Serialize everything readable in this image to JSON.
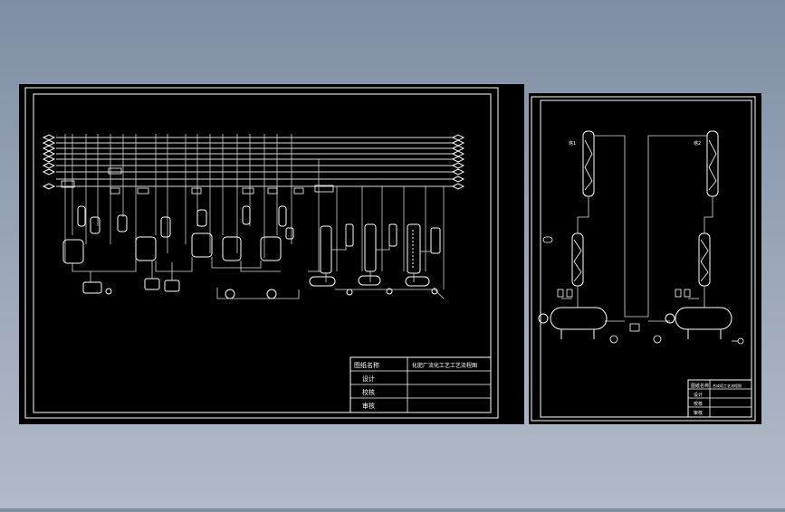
{
  "viewport": {
    "background_top": "#7f8ea5",
    "background_bottom": "#b2bac8",
    "drawing_background": "#000000",
    "line_color": "#ffffff",
    "pipe_color": "#e6e6e6"
  },
  "sheet_left": {
    "title_block": {
      "row1_label": "图纸名称",
      "row1_value": "化肥厂流化工艺工艺流程图",
      "row2_label": "设计",
      "row3_label": "校核",
      "row4_label": "审核"
    }
  },
  "sheet_right": {
    "label_top_left": "塔1",
    "label_top_right": "塔2",
    "title_block": {
      "row1_label": "图纸名称",
      "row1_value": "合成塔工艺流程图",
      "row2_label": "设计",
      "row3_label": "校核",
      "row4_label": "审核"
    }
  }
}
